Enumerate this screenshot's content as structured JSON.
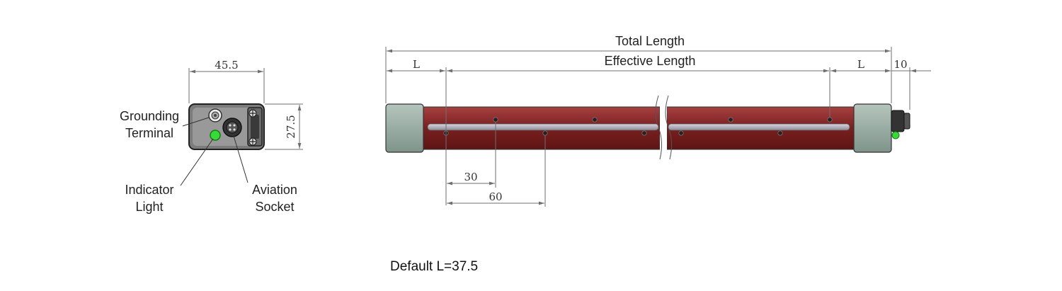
{
  "side_view": {
    "width_dim": "45.5",
    "height_dim": "27.5",
    "callouts": {
      "grounding_line1": "Grounding",
      "grounding_line2": "Terminal",
      "indicator_line1": "Indicator",
      "indicator_line2": "Light",
      "socket_line1": "Aviation",
      "socket_line2": "Socket"
    }
  },
  "front_view": {
    "total_length": "Total Length",
    "effective_length": "Effective Length",
    "left_l": "L",
    "right_l": "L",
    "end_dim": "10",
    "pitch_30": "30",
    "pitch_60": "60"
  },
  "note": "Default L=37.5",
  "colors": {
    "bar": "#7a1f1f",
    "end_cap": "#8fa39a",
    "indicator": "#33dd33",
    "dimension_line": "#6f6f6f"
  }
}
